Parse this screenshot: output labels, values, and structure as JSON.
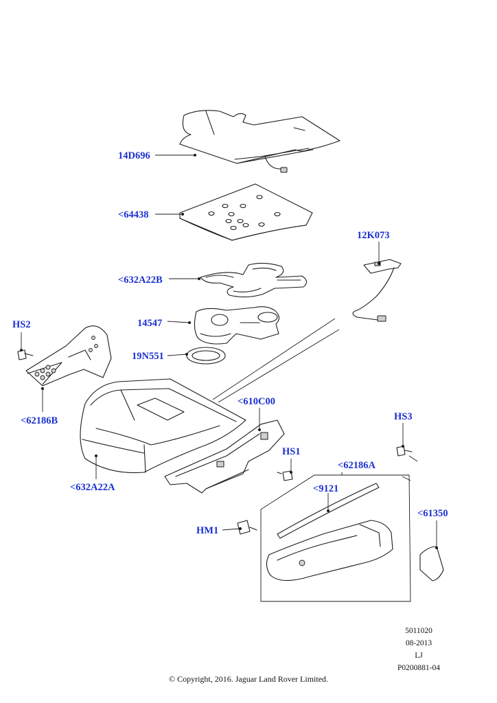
{
  "callouts": {
    "c_14d696": "14D696",
    "c_64438": "<64438",
    "c_632a22b": "<632A22B",
    "c_12k073": "12K073",
    "c_14547": "14547",
    "c_19n551": "19N551",
    "c_hs2": "HS2",
    "c_62186b": "<62186B",
    "c_610c00": "<610C00",
    "c_hs3": "HS3",
    "c_hs1": "HS1",
    "c_62186a": "<62186A",
    "c_9121": "<9121",
    "c_632a22a": "<632A22A",
    "c_hm1": "HM1",
    "c_61350": "<61350"
  },
  "colors": {
    "callout": "#1b2fcf",
    "line": "#1a1a1a",
    "shade": "#cfcfcf"
  },
  "info": {
    "code": "5011020",
    "date": "08-2013",
    "initials": "LJ",
    "drawing_number": "P0200881-04"
  },
  "footer": {
    "copyright": "© Copyright, 2016. Jaguar Land Rover Limited."
  }
}
